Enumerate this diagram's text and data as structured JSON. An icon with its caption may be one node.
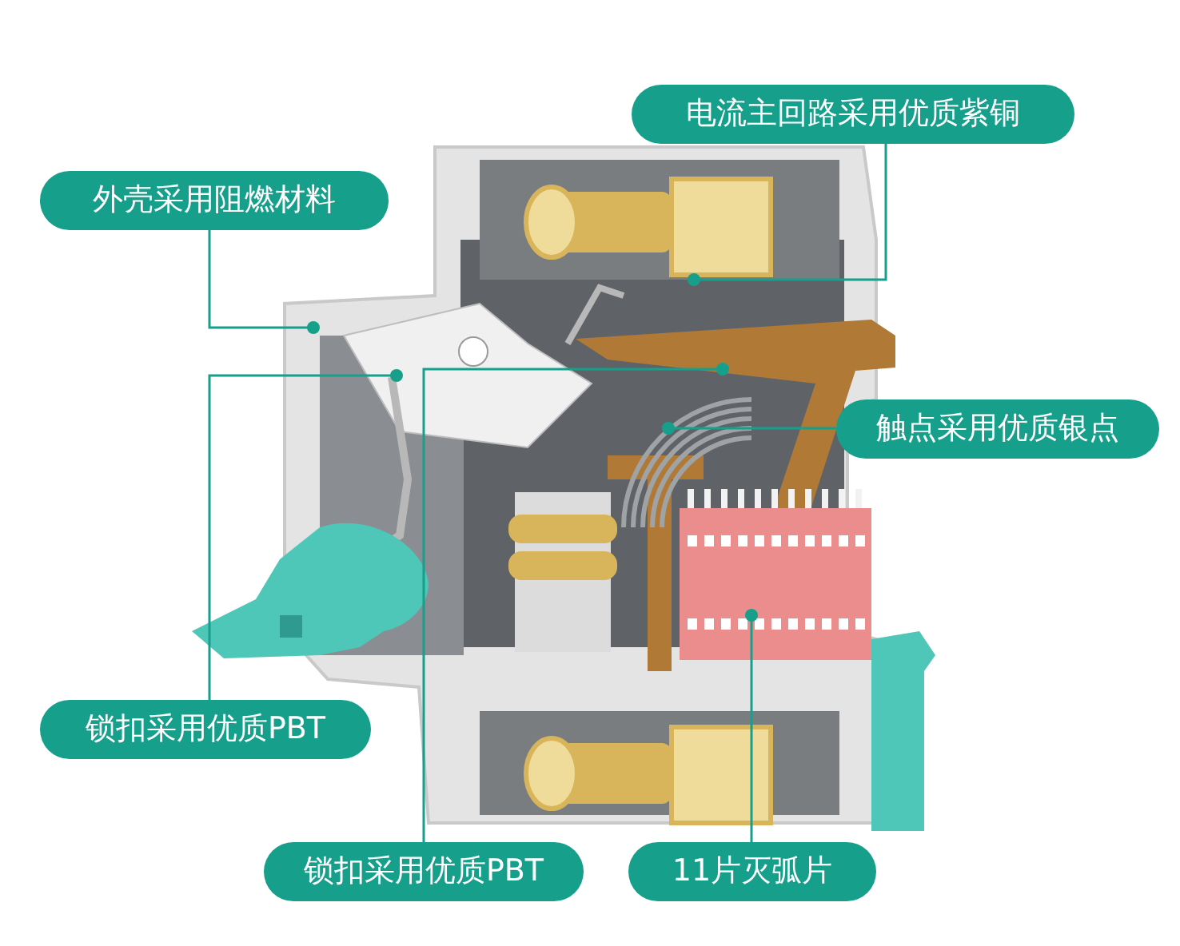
{
  "diagram": {
    "nodes": [
      {
        "text": [
          "电流主回路采用优质紫铜"
        ]
      },
      {
        "text": [
          "外壳采用阻燃材料"
        ]
      },
      {
        "text": [
          "触点采用优质银点"
        ]
      },
      {
        "text": [
          "锁扣采用优质PBT"
        ]
      },
      {
        "text": [
          "锁扣采用优质PBT"
        ]
      },
      {
        "text": [
          "11片灭弧片"
        ]
      }
    ],
    "edges": [
      {
        "from": 0,
        "to": null,
        "arrow": "other"
      },
      {
        "from": 1,
        "to": null,
        "arrow": "other"
      },
      {
        "from": 2,
        "to": null,
        "arrow": "other"
      },
      {
        "from": 3,
        "to": null,
        "arrow": "other"
      },
      {
        "from": 4,
        "to": null,
        "arrow": "other"
      },
      {
        "from": 5,
        "to": null,
        "arrow": "other"
      }
    ]
  }
}
